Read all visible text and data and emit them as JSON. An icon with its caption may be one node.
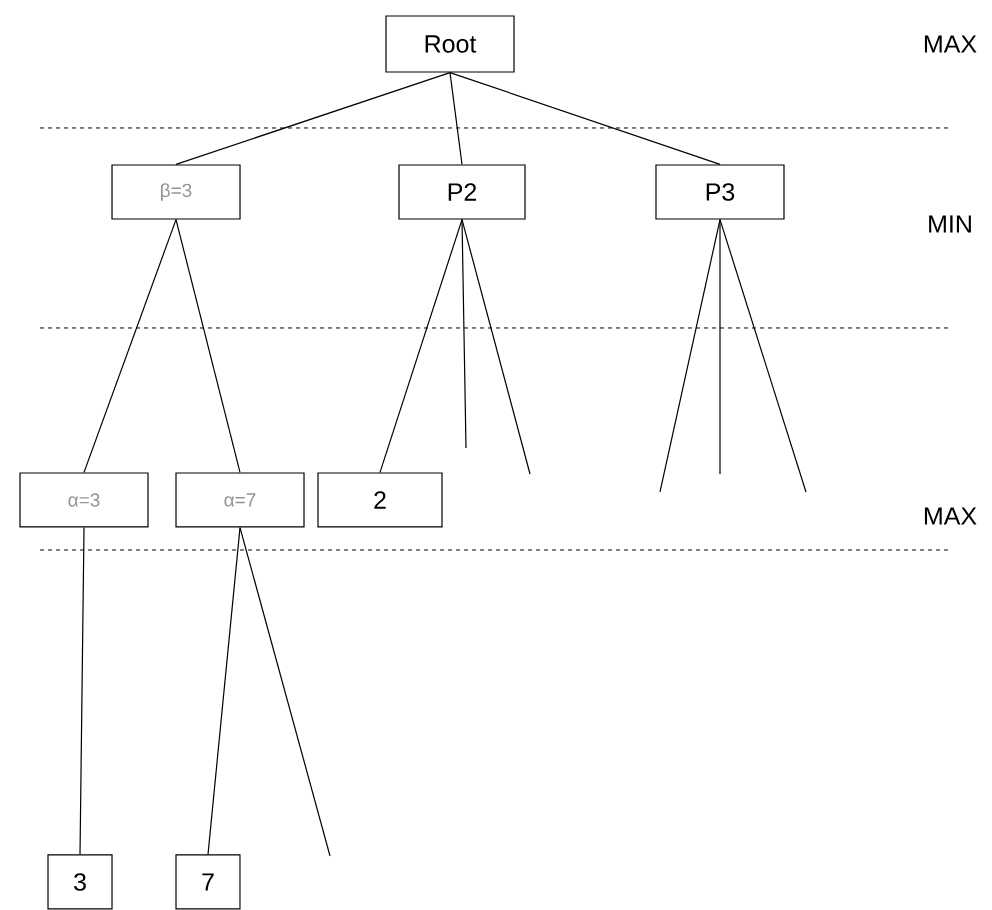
{
  "diagram": {
    "nodes": [
      {
        "text": [
          "Root"
        ]
      },
      {
        "text": [
          "β=3"
        ]
      },
      {
        "text": [
          "P2"
        ]
      },
      {
        "text": [
          "P3"
        ]
      },
      {
        "text": [
          "α=3"
        ]
      },
      {
        "text": [
          "α=7"
        ]
      },
      {
        "text": [
          "2"
        ]
      },
      {
        "text": [
          "3"
        ]
      },
      {
        "text": [
          "7"
        ]
      }
    ],
    "edges": [
      {
        "from": 0,
        "to": 1,
        "arrow": "none"
      },
      {
        "from": 0,
        "to": 2,
        "arrow": "none"
      },
      {
        "from": 0,
        "to": 3,
        "arrow": "none"
      },
      {
        "from": 1,
        "to": 4,
        "arrow": "none"
      },
      {
        "from": 1,
        "to": 5,
        "arrow": "none"
      },
      {
        "from": 2,
        "to": 6,
        "arrow": "none"
      },
      {
        "from": 2,
        "to": null,
        "arrow": "none"
      },
      {
        "from": 2,
        "to": null,
        "arrow": "none"
      },
      {
        "from": 3,
        "to": null,
        "arrow": "none"
      },
      {
        "from": 3,
        "to": null,
        "arrow": "none"
      },
      {
        "from": 3,
        "to": null,
        "arrow": "none"
      },
      {
        "from": 4,
        "to": 7,
        "arrow": "none"
      },
      {
        "from": 5,
        "to": 8,
        "arrow": "none"
      },
      {
        "from": 5,
        "to": null,
        "arrow": "none"
      }
    ],
    "labels": [
      "MAX",
      "MIN",
      "MAX"
    ]
  }
}
